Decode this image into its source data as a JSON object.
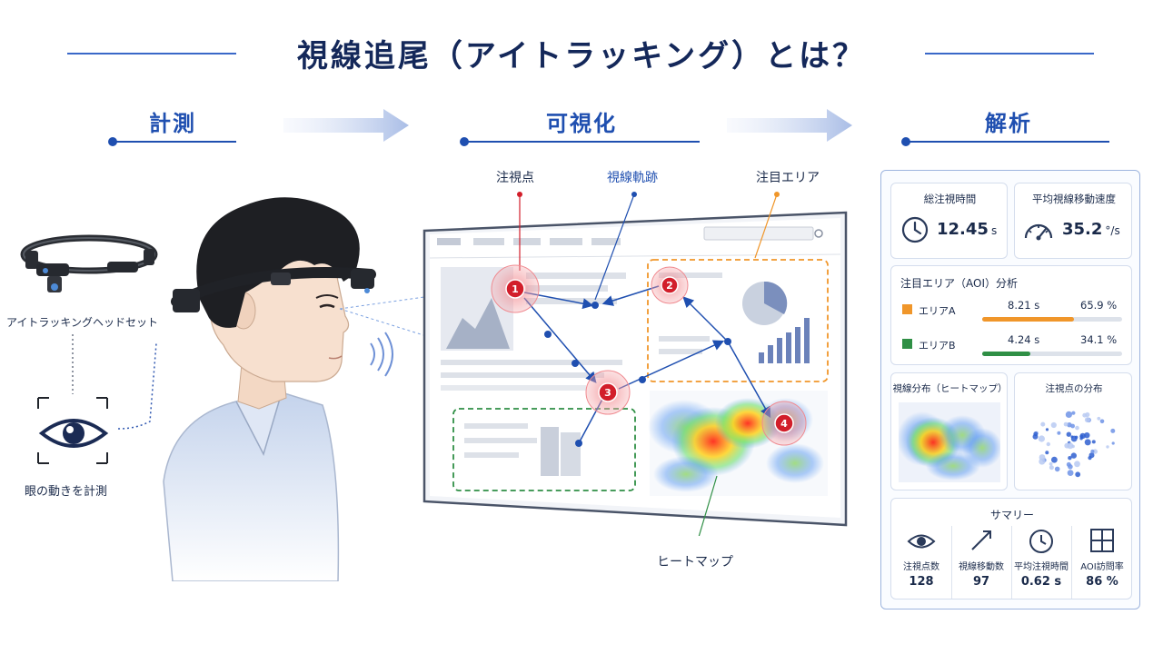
{
  "title": "視線追尾（アイトラッキング）とは？",
  "steps": [
    "計測",
    "可視化",
    "解析"
  ],
  "left": {
    "headset_label": "アイトラッキングヘッドセット",
    "eye_label": "眼の動きを計測"
  },
  "visualize": {
    "callouts": {
      "fixation": "注視点",
      "scanpath": "視線軌跡",
      "aoi": "注目エリア",
      "heatmap": "ヒートマップ"
    },
    "fixations": [
      "1",
      "2",
      "3",
      "4"
    ]
  },
  "analysis": {
    "total_fixation": {
      "label": "総注視時間",
      "value": "12.45",
      "unit": "s"
    },
    "avg_speed": {
      "label": "平均視線移動速度",
      "value": "35.2",
      "unit": "°/s"
    },
    "aoi": {
      "title": "注目エリア（AOI）分析",
      "rows": [
        {
          "name": "エリアA",
          "time": "8.21 s",
          "percent": "65.9 %",
          "fraction": 0.659,
          "color": "#f0962a"
        },
        {
          "name": "エリアB",
          "time": "4.24 s",
          "percent": "34.1 %",
          "fraction": 0.341,
          "color": "#2f8f45"
        }
      ]
    },
    "heatmap_title": "視線分布（ヒートマップ）",
    "scatter_title": "注視点の分布",
    "summary": {
      "title": "サマリー",
      "items": [
        {
          "label": "注視点数",
          "value": "128",
          "icon": "eye-icon"
        },
        {
          "label": "視線移動数",
          "value": "97",
          "icon": "trend-arrow-icon"
        },
        {
          "label": "平均注視時間",
          "value": "0.62 s",
          "icon": "clock-icon"
        },
        {
          "label": "AOI訪問率",
          "value": "86 %",
          "icon": "grid-icon"
        }
      ]
    }
  },
  "colors": {
    "primary": "#1f4fb0",
    "title": "#14285a",
    "fixation_red": "#d21e2a",
    "aoi_orange": "#f0962a",
    "aoi_green": "#2f8f45"
  }
}
